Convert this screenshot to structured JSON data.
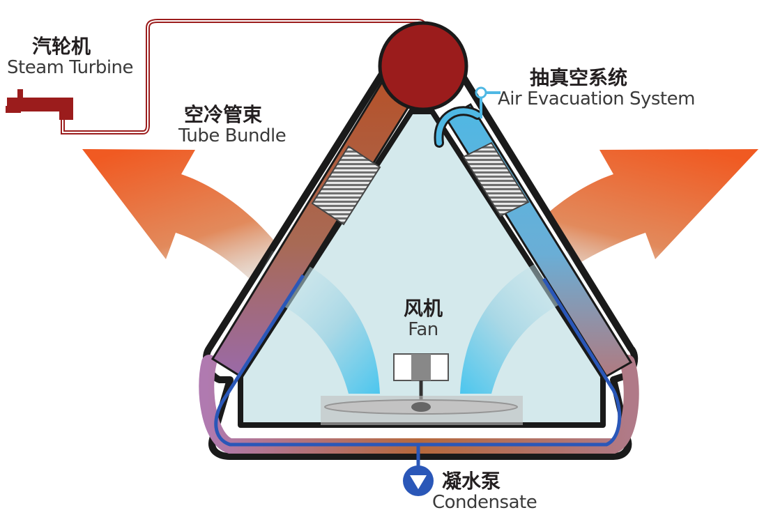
{
  "labels": {
    "steam_turbine": {
      "zh": "汽轮机",
      "en": "Steam Turbine"
    },
    "tube_bundle": {
      "zh": "空冷管束",
      "en": "Tube Bundle"
    },
    "air_evacuation": {
      "zh": "抽真空系统",
      "en": "Air Evacuation System"
    },
    "fan": {
      "zh": "风机",
      "en": "Fan"
    },
    "condensate": {
      "zh": "凝水泵",
      "en": "Condensate"
    }
  },
  "colors": {
    "steam_pipe": "#9b1c1c",
    "hot_tube": "#b5522a",
    "cold_tube": "#4fb8e4",
    "condensate_line": "#2a57b8",
    "hot_air_arrow": "#f05a22",
    "outline": "#1a1a1a",
    "interior": "#d4e9ec"
  }
}
